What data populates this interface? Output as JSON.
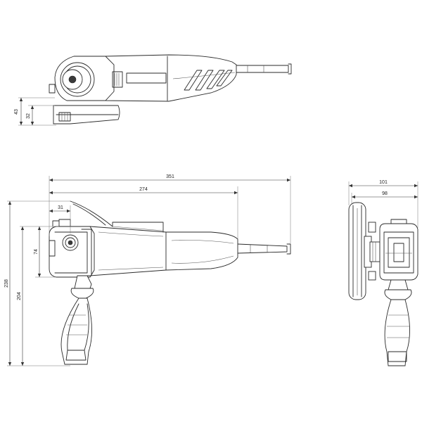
{
  "views": {
    "top": {
      "dims": {
        "overall_height": "43",
        "disc_height": "32"
      }
    },
    "side": {
      "dims": {
        "overall_length": "351",
        "body_length": "274",
        "head_offset": "31",
        "head_height": "74",
        "overall_height": "238",
        "handle_height": "204"
      }
    },
    "front": {
      "dims": {
        "overall_width": "101",
        "body_width": "98"
      }
    }
  }
}
